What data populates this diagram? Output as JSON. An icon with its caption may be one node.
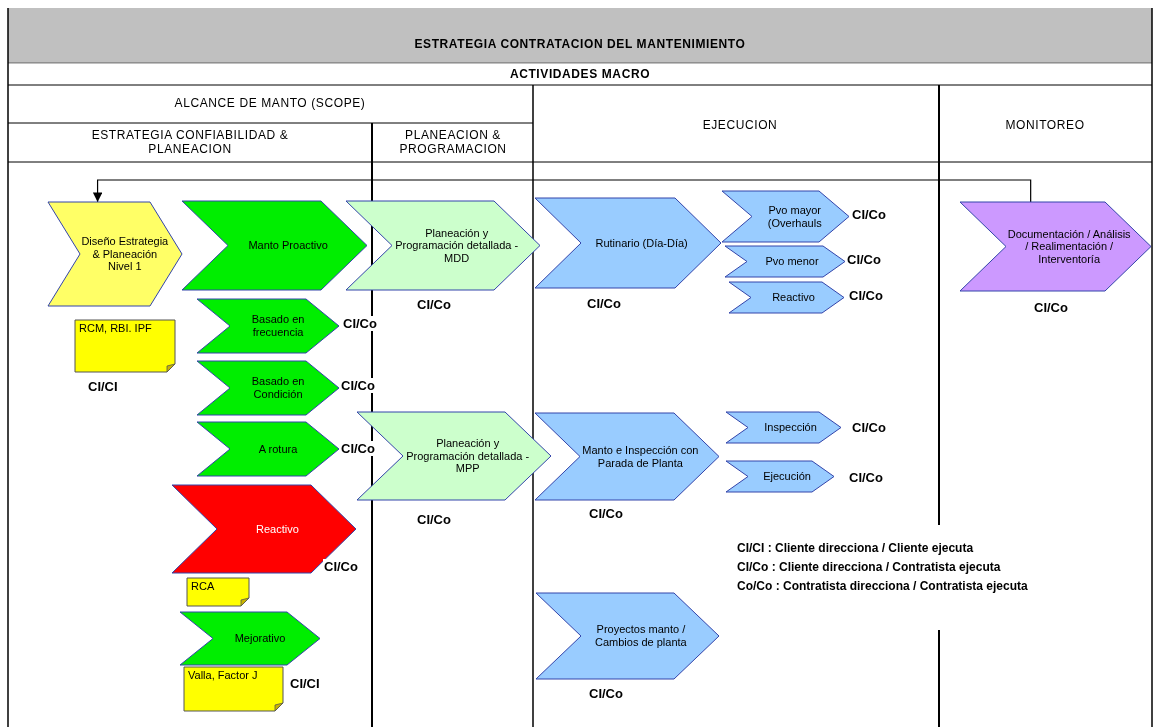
{
  "diagram": {
    "title": "ESTRATEGIA CONTRATACION DEL MANTENIMIENTO",
    "nodes": [
      {
        "text": [
          "Diseño Estrategia & Planeación Nivel 1"
        ]
      },
      {
        "text": [
          "RCM, RBI. IPF"
        ],
        "beside": [
          "CI/CI"
        ]
      },
      {
        "text": [
          "Manto Proactivo"
        ]
      },
      {
        "text": [
          "Basado en frecuencia"
        ],
        "beside": [
          "CI/Co"
        ]
      },
      {
        "text": [
          "Basado en Condición"
        ],
        "beside": [
          "CI/Co"
        ]
      },
      {
        "text": [
          "A rotura"
        ],
        "beside": [
          "CI/Co"
        ]
      },
      {
        "text": [
          "Reactivo"
        ],
        "beside": [
          "CI/Co"
        ]
      },
      {
        "text": [
          "RCA"
        ]
      },
      {
        "text": [
          "Mejorativo"
        ]
      },
      {
        "text": [
          "Valla, Factor J"
        ],
        "beside": [
          "CI/CI"
        ]
      },
      {
        "text": [
          "Planeación y Programación detallada - MDD"
        ],
        "beside": [
          "CI/Co"
        ]
      },
      {
        "text": [
          "Planeación y Programación detallada - MPP"
        ],
        "beside": [
          "CI/Co"
        ]
      },
      {
        "text": [
          "Rutinario (Día-Día)"
        ],
        "beside": [
          "CI/Co"
        ]
      },
      {
        "text": [
          "Pvo mayor (Overhauls"
        ],
        "beside": [
          "CI/Co"
        ]
      },
      {
        "text": [
          "Pvo menor"
        ],
        "beside": [
          "CI/Co"
        ]
      },
      {
        "text": [
          "Reactivo"
        ],
        "beside": [
          "CI/Co"
        ]
      },
      {
        "text": [
          "Manto e Inspección con Parada de Planta"
        ],
        "beside": [
          "CI/Co"
        ]
      },
      {
        "text": [
          "Inspección"
        ],
        "beside": [
          "CI/Co"
        ]
      },
      {
        "text": [
          "Ejecución"
        ],
        "beside": [
          "CI/Co"
        ]
      },
      {
        "text": [
          "Proyectos manto / Cambios de planta"
        ],
        "beside": [
          "CI/Co"
        ]
      },
      {
        "text": [
          "Documentación / Análisis / Realimentación / Interventoría"
        ],
        "beside": [
          "CI/Co"
        ]
      }
    ],
    "edges": [
      {
        "from": 20,
        "to": 0,
        "arrow": "to"
      }
    ],
    "labels": [
      "ACTIVIDADES MACRO",
      "ALCANCE DE MANTO (SCOPE)",
      "EJECUCION",
      "MONITOREO",
      "ESTRATEGIA CONFIABILIDAD & PLANEACION",
      "PLANEACION & PROGRAMACION",
      "CI/CI : Cliente direcciona / Cliente ejecuta",
      "CI/Co : Cliente direcciona / Contratista ejecuta",
      "Co/Co : Contratista direcciona / Contratista ejecuta"
    ]
  }
}
